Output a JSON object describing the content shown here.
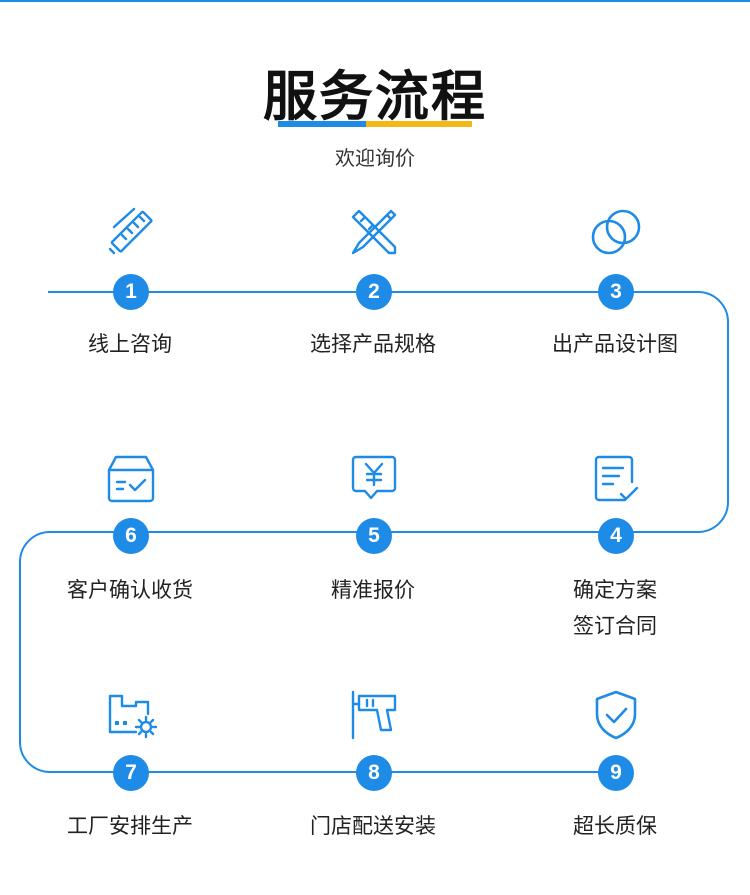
{
  "header": {
    "title": "服务流程",
    "subtitle": "欢迎询价"
  },
  "colors": {
    "accent": "#1e8be6",
    "highlight": "#f2b816"
  },
  "steps": [
    {
      "number": "1",
      "label": "线上咨询",
      "icon": "ruler-pencil-icon"
    },
    {
      "number": "2",
      "label": "选择产品规格",
      "icon": "pencil-ruler-cross-icon"
    },
    {
      "number": "3",
      "label": "出产品设计图",
      "icon": "overlapping-circles-icon"
    },
    {
      "number": "4",
      "label": "确定方案",
      "label2": "签订合同",
      "icon": "document-check-icon"
    },
    {
      "number": "5",
      "label": "精准报价",
      "icon": "yen-message-icon"
    },
    {
      "number": "6",
      "label": "客户确认收货",
      "icon": "box-check-icon"
    },
    {
      "number": "7",
      "label": "工厂安排生产",
      "icon": "factory-gear-icon"
    },
    {
      "number": "8",
      "label": "门店配送安装",
      "icon": "drill-icon"
    },
    {
      "number": "9",
      "label": "超长质保",
      "icon": "shield-check-icon"
    }
  ]
}
